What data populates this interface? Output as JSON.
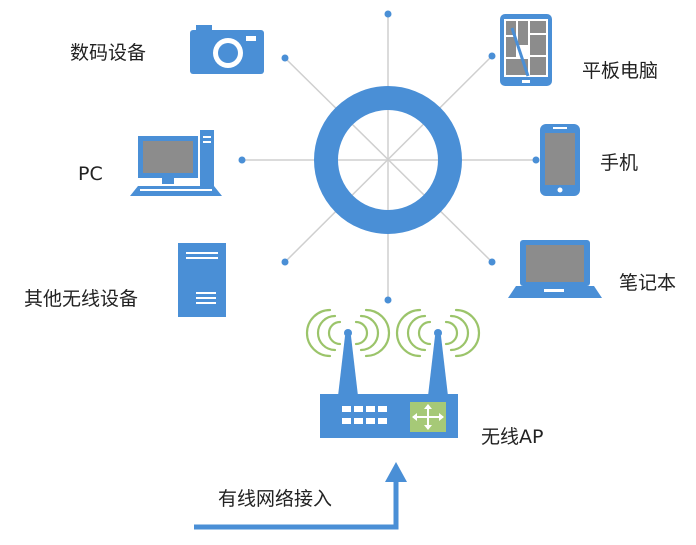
{
  "devices": {
    "camera": "数码设备",
    "tablet": "平板电脑",
    "pc": "PC",
    "phone": "手机",
    "other": "其他无线设备",
    "laptop": "笔记本"
  },
  "ap_label": "无线AP",
  "uplink_label": "有线网络接入",
  "colors": {
    "primary": "#4a8fd6",
    "line": "#cfcfcf",
    "screen": "#8c8c8c",
    "wifi": "#9bc46a",
    "port": "#a6c977"
  }
}
